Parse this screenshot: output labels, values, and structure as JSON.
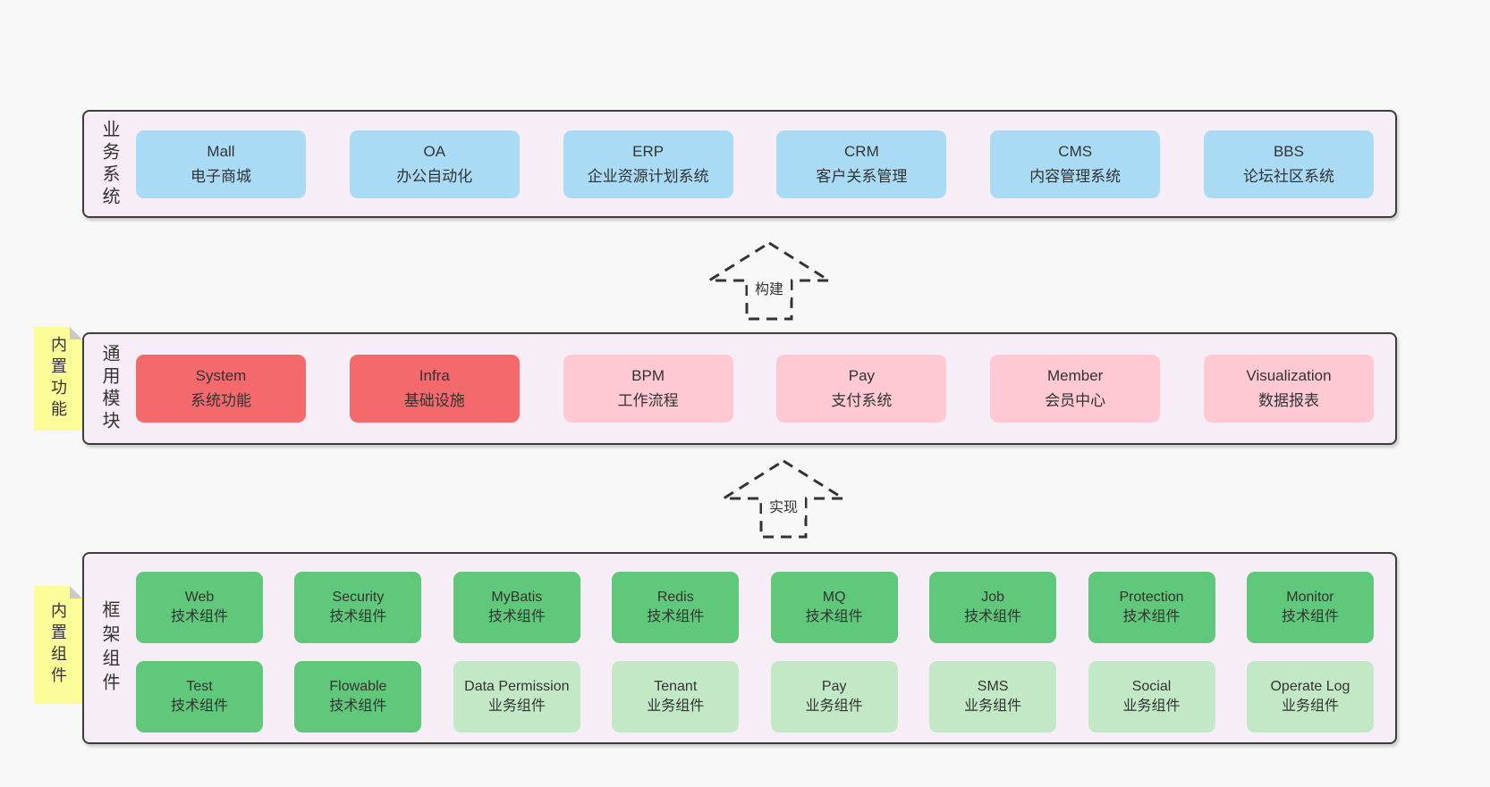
{
  "colors": {
    "page_bg": "#f8f8f8",
    "panel_bg": "#f7edf6",
    "panel_border": "#3d3d3d",
    "blue": "#a9dbf5",
    "red": "#f4696c",
    "pink": "#ffc9d3",
    "green": "#5fc87a",
    "lightgreen": "#c2e8c6",
    "note_yellow": "#fcfc99",
    "fold_gray": "#c9c9c9",
    "text": "#333333"
  },
  "arrows": [
    {
      "label": "构建"
    },
    {
      "label": "实现"
    }
  ],
  "layers": {
    "business": {
      "label": "业务系统",
      "boxes": [
        {
          "title": "Mall",
          "subtitle": "电子商城",
          "variant": "blue"
        },
        {
          "title": "OA",
          "subtitle": "办公自动化",
          "variant": "blue"
        },
        {
          "title": "ERP",
          "subtitle": "企业资源计划系统",
          "variant": "blue"
        },
        {
          "title": "CRM",
          "subtitle": "客户关系管理",
          "variant": "blue"
        },
        {
          "title": "CMS",
          "subtitle": "内容管理系统",
          "variant": "blue"
        },
        {
          "title": "BBS",
          "subtitle": "论坛社区系统",
          "variant": "blue"
        }
      ]
    },
    "modules": {
      "label": "通用模块",
      "note": "内置功能",
      "boxes": [
        {
          "title": "System",
          "subtitle": "系统功能",
          "variant": "red"
        },
        {
          "title": "Infra",
          "subtitle": "基础设施",
          "variant": "red"
        },
        {
          "title": "BPM",
          "subtitle": "工作流程",
          "variant": "pink"
        },
        {
          "title": "Pay",
          "subtitle": "支付系统",
          "variant": "pink"
        },
        {
          "title": "Member",
          "subtitle": "会员中心",
          "variant": "pink"
        },
        {
          "title": "Visualization",
          "subtitle": "数据报表",
          "variant": "pink"
        }
      ]
    },
    "components": {
      "label": "框架组件",
      "note": "内置组件",
      "rows": [
        [
          {
            "title": "Web",
            "subtitle": "技术组件",
            "variant": "green"
          },
          {
            "title": "Security",
            "subtitle": "技术组件",
            "variant": "green"
          },
          {
            "title": "MyBatis",
            "subtitle": "技术组件",
            "variant": "green"
          },
          {
            "title": "Redis",
            "subtitle": "技术组件",
            "variant": "green"
          },
          {
            "title": "MQ",
            "subtitle": "技术组件",
            "variant": "green"
          },
          {
            "title": "Job",
            "subtitle": "技术组件",
            "variant": "green"
          },
          {
            "title": "Protection",
            "subtitle": "技术组件",
            "variant": "green"
          },
          {
            "title": "Monitor",
            "subtitle": "技术组件",
            "variant": "green"
          }
        ],
        [
          {
            "title": "Test",
            "subtitle": "技术组件",
            "variant": "green"
          },
          {
            "title": "Flowable",
            "subtitle": "技术组件",
            "variant": "green"
          },
          {
            "title": "Data Permission",
            "subtitle": "业务组件",
            "variant": "lightgreen"
          },
          {
            "title": "Tenant",
            "subtitle": "业务组件",
            "variant": "lightgreen"
          },
          {
            "title": "Pay",
            "subtitle": "业务组件",
            "variant": "lightgreen"
          },
          {
            "title": "SMS",
            "subtitle": "业务组件",
            "variant": "lightgreen"
          },
          {
            "title": "Social",
            "subtitle": "业务组件",
            "variant": "lightgreen"
          },
          {
            "title": "Operate Log",
            "subtitle": "业务组件",
            "variant": "lightgreen"
          }
        ]
      ]
    }
  }
}
